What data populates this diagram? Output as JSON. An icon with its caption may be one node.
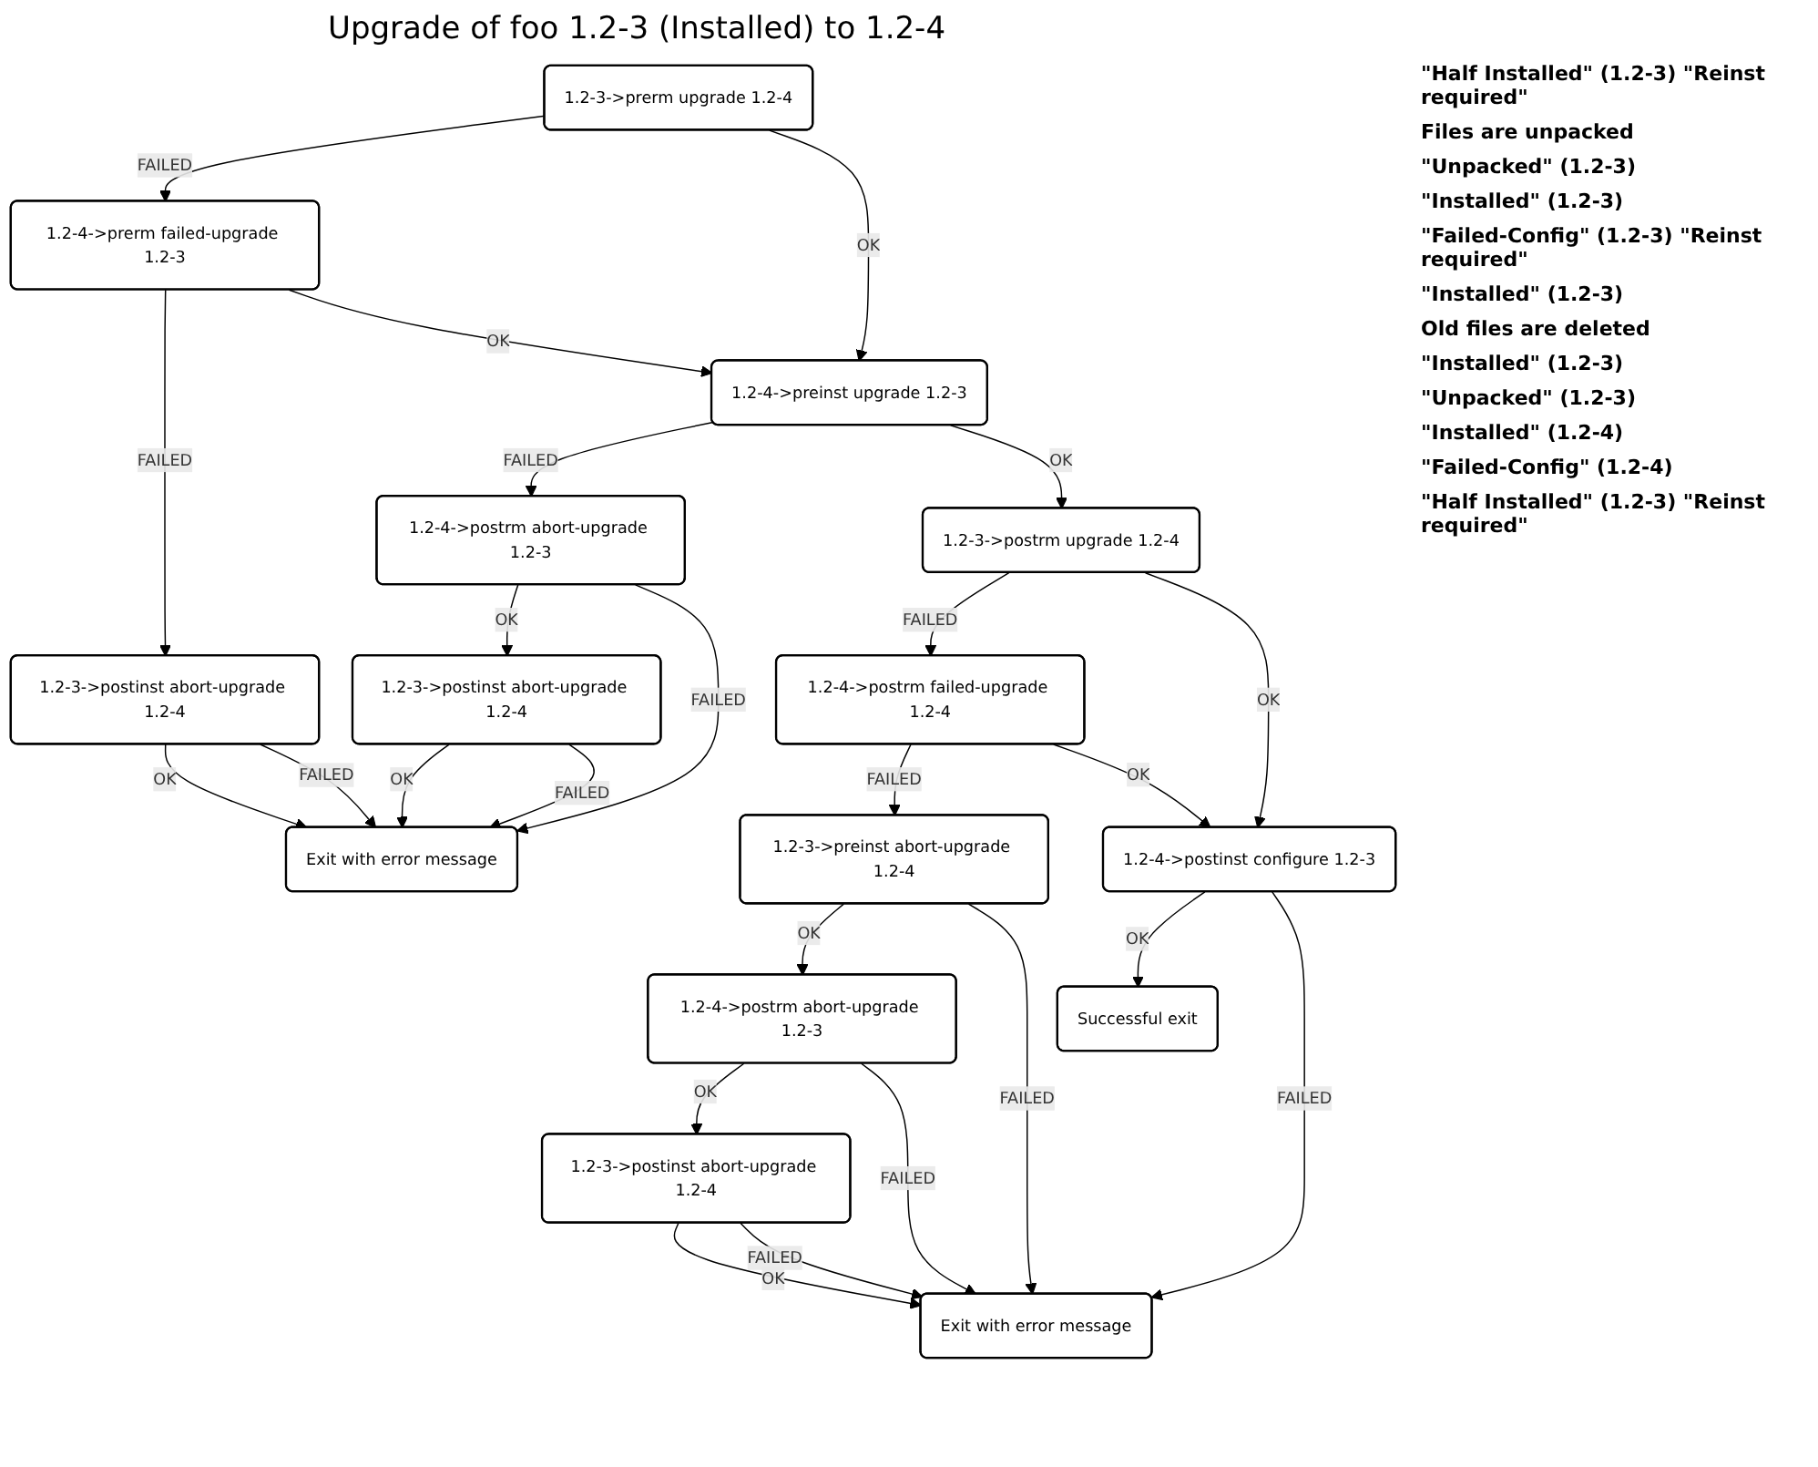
{
  "diagram": {
    "title": "Upgrade of foo 1.2-3 (Installed) to 1.2-4",
    "nodes": [
      {
        "text": [
          "1.2-3->prerm upgrade 1.2-4"
        ]
      },
      {
        "text": [
          "1.2-4->prerm failed-upgrade 1.2-3"
        ]
      },
      {
        "text": [
          "1.2-3->postinst abort-upgrade 1.2-4"
        ]
      },
      {
        "text": [
          "1.2-4->preinst upgrade 1.2-3"
        ]
      },
      {
        "text": [
          "1.2-4->postrm abort-upgrade 1.2-3"
        ]
      },
      {
        "text": [
          "1.2-3->postinst abort-upgrade 1.2-4"
        ]
      },
      {
        "text": [
          "Exit with error message"
        ]
      },
      {
        "text": [
          "1.2-3->postrm upgrade 1.2-4"
        ]
      },
      {
        "text": [
          "1.2-4->postrm failed-upgrade 1.2-4"
        ]
      },
      {
        "text": [
          "1.2-3->preinst abort-upgrade 1.2-4"
        ]
      },
      {
        "text": [
          "1.2-4->postinst configure 1.2-3"
        ]
      },
      {
        "text": [
          "1.2-4->postrm abort-upgrade 1.2-3"
        ]
      },
      {
        "text": [
          "1.2-3->postinst abort-upgrade 1.2-4"
        ]
      },
      {
        "text": [
          "Successful exit"
        ]
      },
      {
        "text": [
          "Exit with error message"
        ]
      }
    ],
    "edges": [
      {
        "from": 0,
        "to": 1,
        "arrow": "to",
        "label": "FAILED"
      },
      {
        "from": 1,
        "to": 2,
        "arrow": "to",
        "label": "FAILED"
      },
      {
        "from": 0,
        "to": 3,
        "arrow": "to",
        "label": "OK"
      },
      {
        "from": 1,
        "to": 3,
        "arrow": "to",
        "label": "OK"
      },
      {
        "from": 3,
        "to": 4,
        "arrow": "to",
        "label": "FAILED"
      },
      {
        "from": 3,
        "to": 7,
        "arrow": "to",
        "label": "OK"
      },
      {
        "from": 4,
        "to": 5,
        "arrow": "to",
        "label": "OK"
      },
      {
        "from": 4,
        "to": 6,
        "arrow": "to",
        "label": "FAILED"
      },
      {
        "from": 5,
        "to": 6,
        "arrow": "to",
        "label": "OK"
      },
      {
        "from": 5,
        "to": 6,
        "arrow": "to",
        "label": "FAILED"
      },
      {
        "from": 2,
        "to": 6,
        "arrow": "to",
        "label": "OK"
      },
      {
        "from": 2,
        "to": 6,
        "arrow": "to",
        "label": "FAILED"
      },
      {
        "from": 7,
        "to": 8,
        "arrow": "to",
        "label": "FAILED"
      },
      {
        "from": 8,
        "to": 9,
        "arrow": "to",
        "label": "FAILED"
      },
      {
        "from": 7,
        "to": 10,
        "arrow": "to",
        "label": "OK"
      },
      {
        "from": 8,
        "to": 10,
        "arrow": "to",
        "label": "OK"
      },
      {
        "from": 9,
        "to": 11,
        "arrow": "to",
        "label": "OK"
      },
      {
        "from": 9,
        "to": 14,
        "arrow": "to",
        "label": "FAILED"
      },
      {
        "from": 11,
        "to": 12,
        "arrow": "to",
        "label": "OK"
      },
      {
        "from": 11,
        "to": 14,
        "arrow": "to",
        "label": "FAILED"
      },
      {
        "from": 12,
        "to": 14,
        "arrow": "to",
        "label": "OK"
      },
      {
        "from": 12,
        "to": 14,
        "arrow": "to",
        "label": "FAILED"
      },
      {
        "from": 10,
        "to": 13,
        "arrow": "to",
        "label": "OK"
      },
      {
        "from": 10,
        "to": 14,
        "arrow": "to",
        "label": "FAILED"
      }
    ],
    "labels": [
      "\"Half Installed\" (1.2-3) \"Reinst required\"",
      "Files are unpacked",
      "\"Unpacked\" (1.2-3)",
      "\"Installed\" (1.2-3)",
      "\"Failed-Config\" (1.2-3) \"Reinst required\"",
      "\"Installed\" (1.2-3)",
      "Old files are deleted",
      "\"Installed\" (1.2-3)",
      "\"Unpacked\" (1.2-3)",
      "\"Installed\" (1.2-4)",
      "\"Failed-Config\" (1.2-4)",
      "\"Half Installed\" (1.2-3) \"Reinst required\""
    ]
  }
}
